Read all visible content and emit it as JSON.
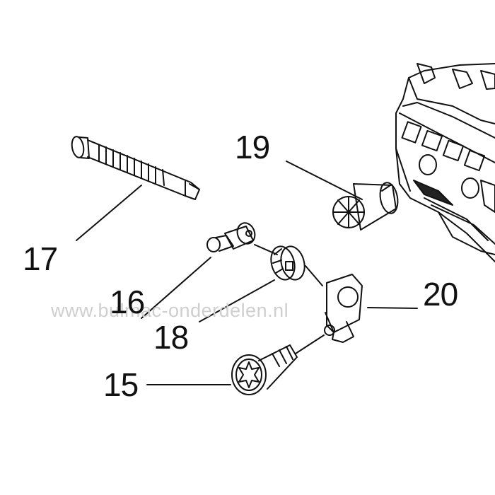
{
  "labels": {
    "part_15": "15",
    "part_16": "16",
    "part_17": "17",
    "part_18": "18",
    "part_19": "19",
    "part_20": "20"
  },
  "watermark": "www.bulmac-onderdelen.nl",
  "colors": {
    "line": "#111111",
    "background": "#ffffff",
    "watermark": "#cfcfcf",
    "shadow": "#444444"
  }
}
